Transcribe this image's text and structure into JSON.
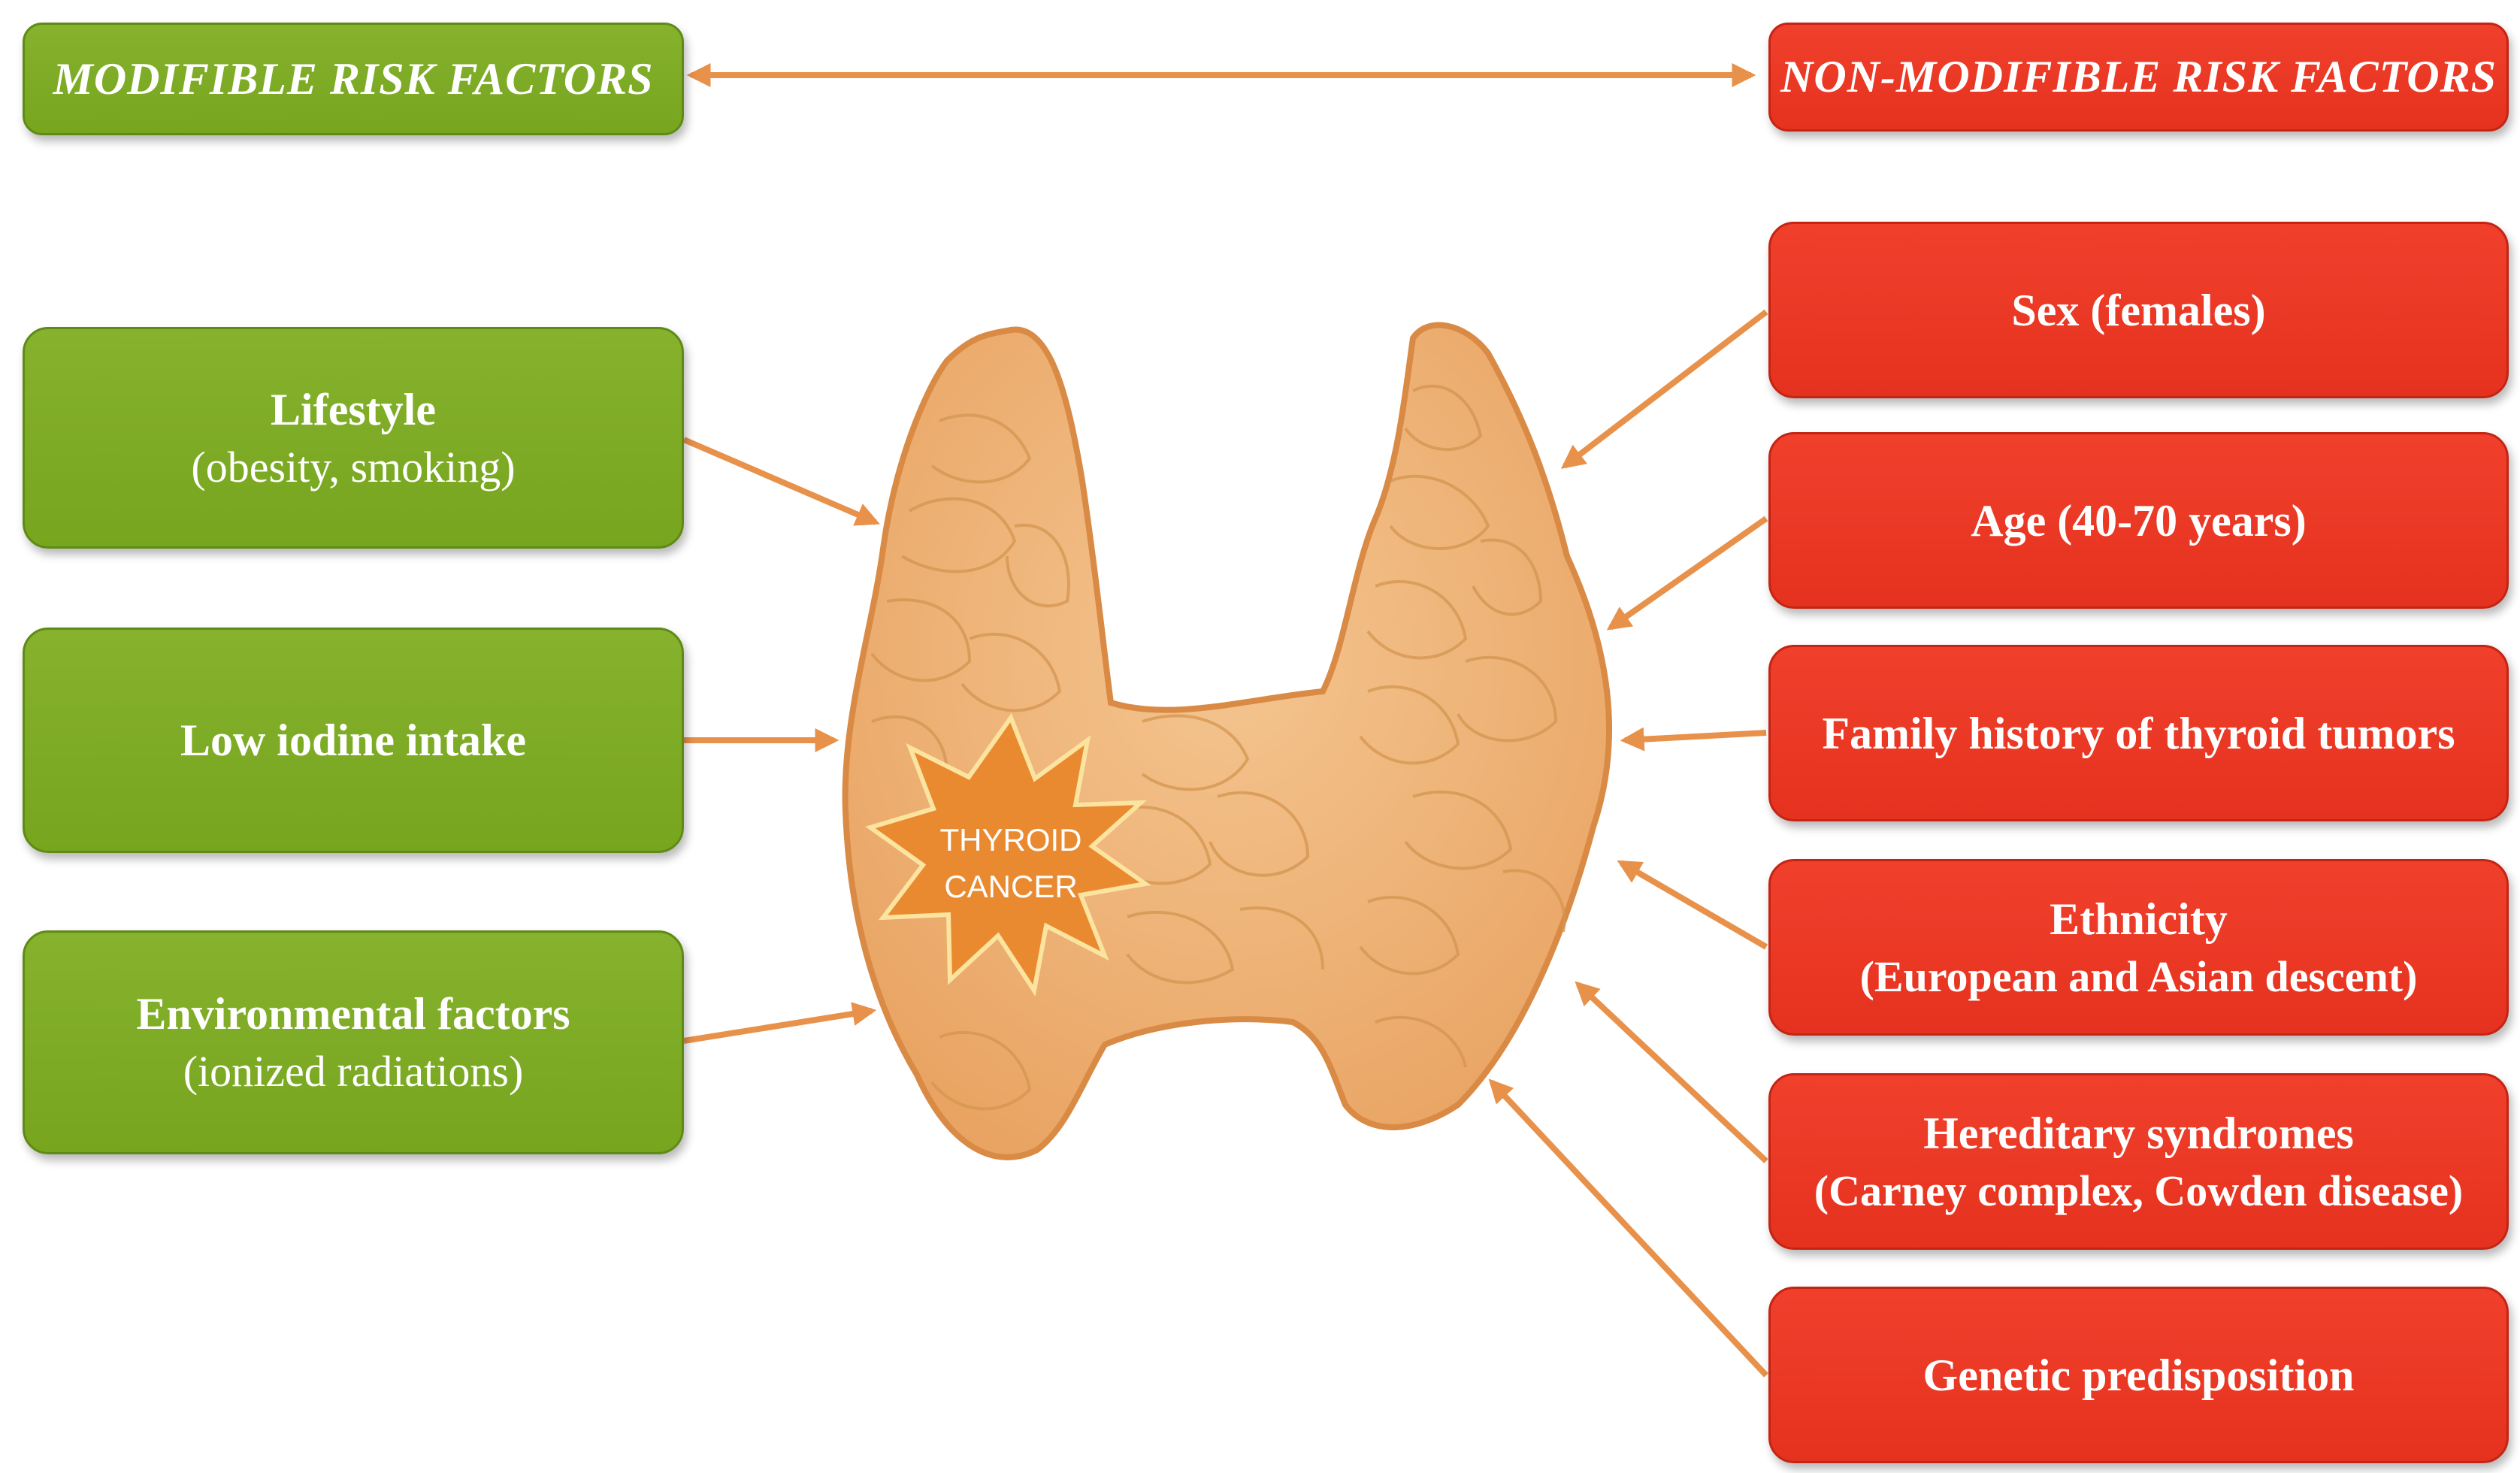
{
  "header": {
    "modifiable_title": "MODIFIBLE  RISK FACTORS",
    "non_modifiable_title": "NON-MODIFIBLE  RISK FACTORS"
  },
  "center": {
    "line1": "THYROID",
    "line2": "CANCER"
  },
  "modifiable": [
    {
      "title": "Lifestyle",
      "detail": "(obesity,  smoking)"
    },
    {
      "title": "Low iodine  intake",
      "detail": ""
    },
    {
      "title": "Environmental  factors",
      "detail": "(ionized radiations)"
    }
  ],
  "non_modifiable": [
    {
      "title": "Sex (females)",
      "detail": ""
    },
    {
      "title": "Age (40-70 years)",
      "detail": ""
    },
    {
      "title": "Family history  of thyroid  tumors",
      "detail": ""
    },
    {
      "title": "Ethnicity",
      "detail": "(European  and Asian  descent)"
    },
    {
      "title": "Hereditary  syndromes",
      "detail": "(Carney  complex, Cowden disease)"
    },
    {
      "title": "Genetic predisposition",
      "detail": ""
    }
  ],
  "colors": {
    "modifiable": "#7aa823",
    "non_modifiable": "#e8351f",
    "arrow": "#e8914a",
    "thyroid": "#eeb277",
    "star": "#ea8a30"
  }
}
